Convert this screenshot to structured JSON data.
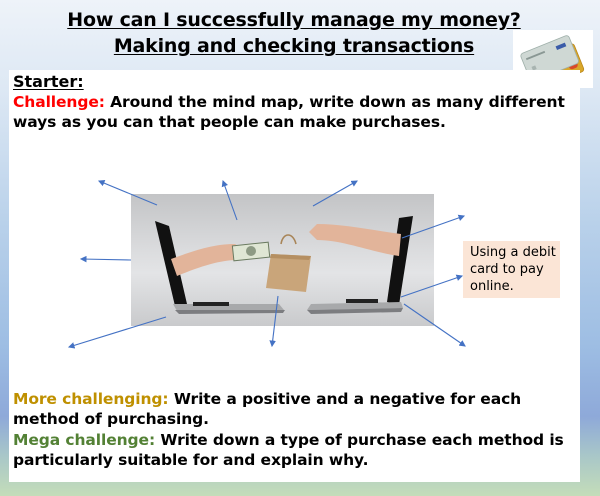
{
  "header": {
    "title_line1": "How can I successfully manage my money?",
    "title_line2": "Making and checking transactions",
    "image": "credit-cards-icon"
  },
  "starter": {
    "heading": "Starter:",
    "challenge": {
      "label": "Challenge:",
      "label_color": "#ff0000",
      "text": " Around the mind map, write down as many different ways as you can that people can make purchases."
    }
  },
  "mind_map": {
    "center_image": "laptops-exchanging-money-and-shopping-bag",
    "callout": "Using a debit card to pay online.",
    "arrow_color": "#4472c4",
    "arrow_count": 9
  },
  "extensions": {
    "more": {
      "label": "More challenging:",
      "label_color": "#bf9000",
      "text": " Write a positive and a negative for each method of purchasing."
    },
    "mega": {
      "label": "Mega challenge:",
      "label_color": "#538135",
      "text": " Write down a type of purchase each method is particularly suitable for and explain why."
    }
  }
}
